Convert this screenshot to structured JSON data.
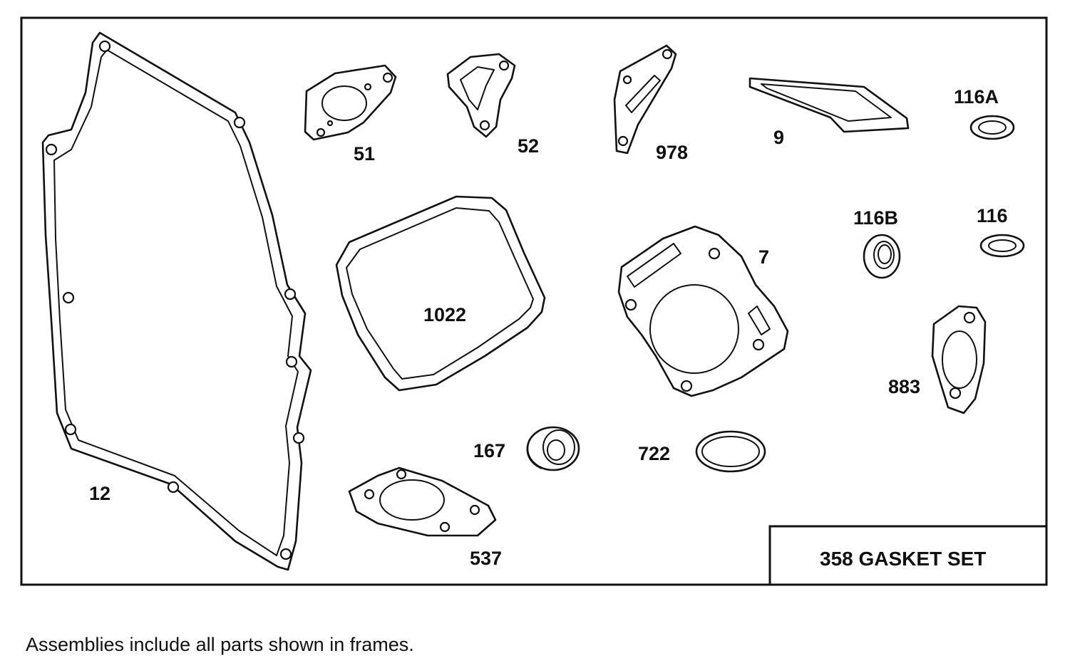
{
  "kit": {
    "title": "358 GASKET SET"
  },
  "footnote": "Assemblies include all parts shown in frames.",
  "parts": {
    "p12": "12",
    "p51": "51",
    "p52": "52",
    "p978": "978",
    "p9": "9",
    "p116a": "116A",
    "p116b": "116B",
    "p116": "116",
    "p1022": "1022",
    "p7": "7",
    "p883": "883",
    "p167": "167",
    "p722": "722",
    "p537": "537"
  }
}
